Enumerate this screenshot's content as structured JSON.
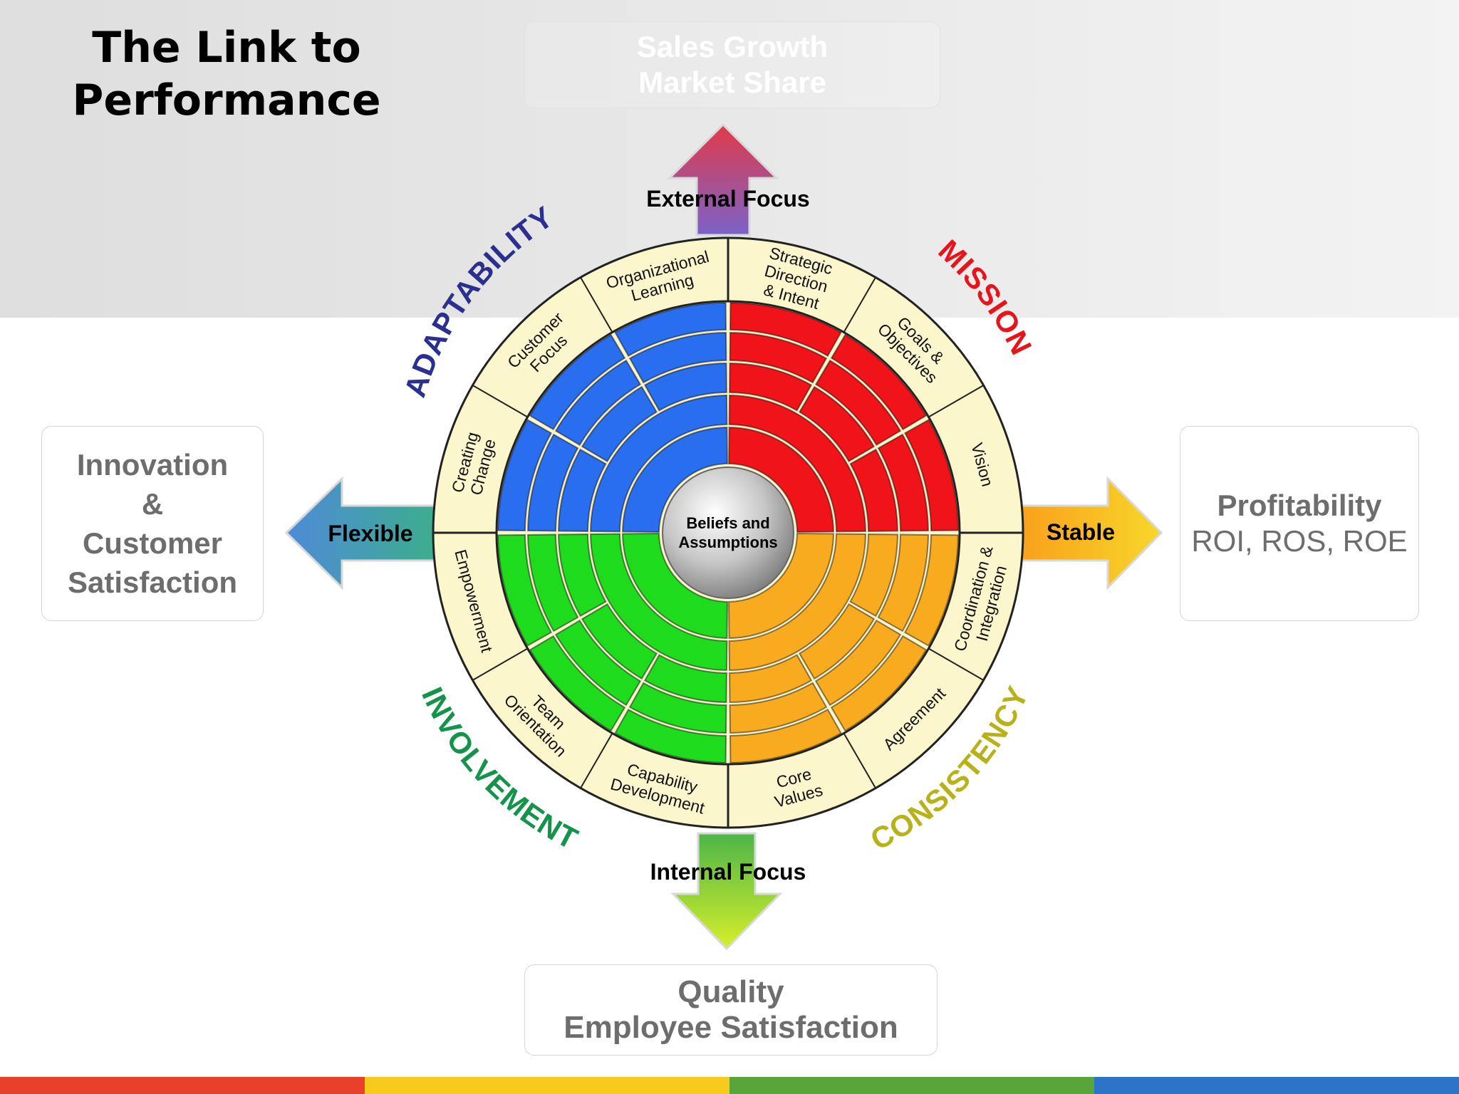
{
  "title_lines": [
    "The Link to",
    "Performance"
  ],
  "outcome_boxes": {
    "top": [
      "Sales Growth",
      "Market Share"
    ],
    "left": [
      "Innovation",
      "&",
      "Customer",
      "Satisfaction"
    ],
    "right": {
      "line1": "Profitability",
      "line2": "ROI, ROS, ROE"
    },
    "bottom": [
      "Quality",
      "Employee Satisfaction"
    ]
  },
  "arrows": {
    "top": {
      "label": "External Focus",
      "colors": [
        "#e23a4a",
        "#7a62c8"
      ]
    },
    "bottom": {
      "label": "Internal Focus",
      "colors": [
        "#4cb648",
        "#d8ee2a"
      ]
    },
    "left": {
      "label": "Flexible",
      "colors": [
        "#4f8ad8",
        "#3cae8c"
      ]
    },
    "right": {
      "label": "Stable",
      "colors": [
        "#f9a01b",
        "#f8d72a"
      ]
    }
  },
  "traits": [
    {
      "name": "ADAPTABILITY",
      "color": "#2b2f8f"
    },
    {
      "name": "MISSION",
      "color": "#e8141c"
    },
    {
      "name": "CONSISTENCY",
      "color": "#b8b21a"
    },
    {
      "name": "INVOLVEMENT",
      "color": "#14934a"
    }
  ],
  "indices": [
    {
      "label": "Strategic Direction & Intent",
      "lines": [
        "Strategic",
        "Direction",
        "& Intent"
      ]
    },
    {
      "label": "Goals & Objectives",
      "lines": [
        "Goals &",
        "Objectives"
      ]
    },
    {
      "label": "Vision",
      "lines": [
        "Vision"
      ]
    },
    {
      "label": "Coordination & Integration",
      "lines": [
        "Coordination &",
        "Integration"
      ]
    },
    {
      "label": "Agreement",
      "lines": [
        "Agreement"
      ]
    },
    {
      "label": "Core Values",
      "lines": [
        "Core",
        "Values"
      ]
    },
    {
      "label": "Capability Development",
      "lines": [
        "Capability",
        "Development"
      ]
    },
    {
      "label": "Team Orientation",
      "lines": [
        "Team",
        "Orientation"
      ]
    },
    {
      "label": "Empowerment",
      "lines": [
        "Empowerment"
      ]
    },
    {
      "label": "Creating Change",
      "lines": [
        "Creating",
        "Change"
      ]
    },
    {
      "label": "Customer Focus",
      "lines": [
        "Customer",
        "Focus"
      ]
    },
    {
      "label": "Organizational Learning",
      "lines": [
        "Organizational",
        "Learning"
      ]
    }
  ],
  "quadrant_colors": {
    "mission": "#f0141a",
    "consistency": "#f9ab1f",
    "involvement": "#1edb1e",
    "adaptability": "#2a6ef0"
  },
  "center_lines": [
    "Beliefs and",
    "Assumptions"
  ],
  "bottom_bar_colors": [
    "#e8402b",
    "#f7c91c",
    "#58a63a",
    "#2d74c8"
  ]
}
